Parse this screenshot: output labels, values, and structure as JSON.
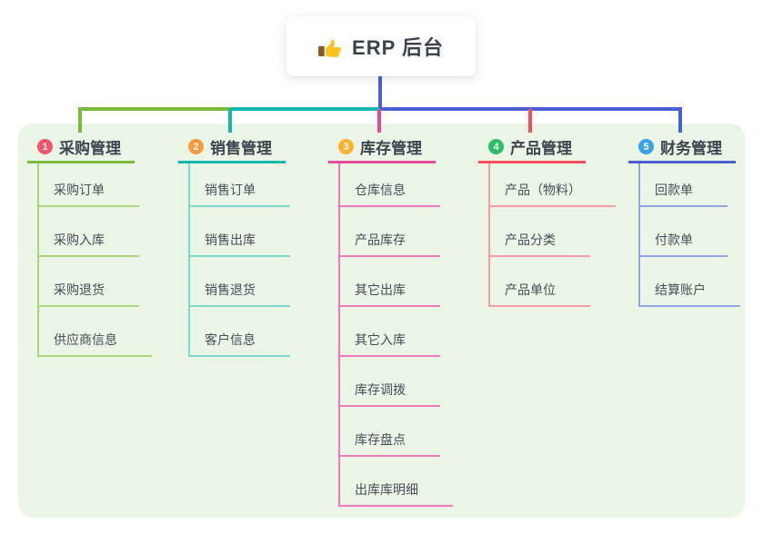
{
  "root": {
    "title": "ERP 后台",
    "icon": "thumbs-up-icon"
  },
  "branches": [
    {
      "num": "1",
      "label": "采购管理",
      "color": "#7cb93f",
      "light_color": "#a9d480",
      "badge_color": "#f4536e",
      "children": [
        "采购订单",
        "采购入库",
        "采购退货",
        "供应商信息"
      ]
    },
    {
      "num": "2",
      "label": "销售管理",
      "color": "#14b8ae",
      "light_color": "#7fd7cd",
      "badge_color": "#fd9a3f",
      "children": [
        "销售订单",
        "销售出库",
        "销售退货",
        "客户信息"
      ]
    },
    {
      "num": "3",
      "label": "库存管理",
      "color": "#e24a9c",
      "light_color": "#ef79bc",
      "badge_color": "#fcb22f",
      "children": [
        "仓库信息",
        "产品库存",
        "其它出库",
        "其它入库",
        "库存调拨",
        "库存盘点",
        "出库库明细"
      ]
    },
    {
      "num": "4",
      "label": "产品管理",
      "color": "#f54d5f",
      "light_color": "#f79ba6",
      "badge_color": "#2fbd68",
      "children": [
        "产品（物料）",
        "产品分类",
        "产品单位"
      ]
    },
    {
      "num": "5",
      "label": "财务管理",
      "color": "#4a5fd4",
      "light_color": "#90a5e5",
      "badge_color": "#38a3e6",
      "children": [
        "回款单",
        "付款单",
        "结算账户"
      ]
    }
  ],
  "canvas": {
    "panel_background": "#eaf5e5",
    "root_connector_color": "#4a5fd4"
  }
}
